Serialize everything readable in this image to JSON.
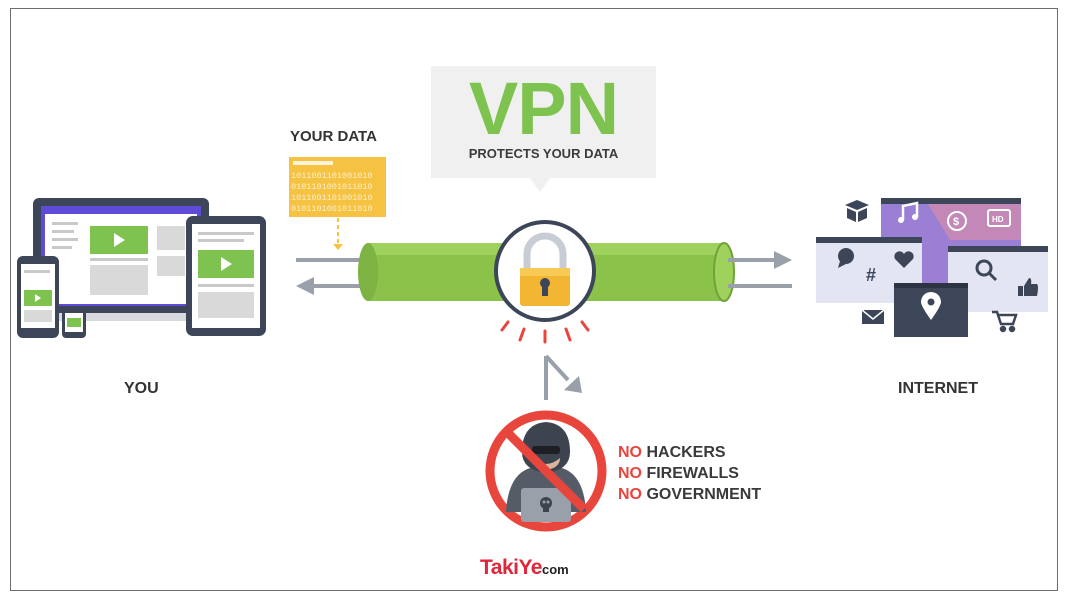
{
  "title": {
    "main": "VPN",
    "subtitle": "PROTECTS YOUR DATA"
  },
  "labels": {
    "your_data": "YOUR DATA",
    "you": "YOU",
    "internet": "INTERNET"
  },
  "binary_text": "1011001101001010",
  "blocked": [
    {
      "prefix": "NO",
      "text": "HACKERS"
    },
    {
      "prefix": "NO",
      "text": "FIREWALLS"
    },
    {
      "prefix": "NO",
      "text": "GOVERNMENT"
    }
  ],
  "brand": {
    "name": "TakiYe",
    "suffix": "com"
  },
  "icons": [
    "laptop-icon",
    "tablet-icon",
    "phone-icon",
    "data-file-icon",
    "padlock-icon",
    "hacker-icon",
    "no-entry-icon",
    "skull-icon",
    "music-icon",
    "dollar-icon",
    "hd-video-icon",
    "box-icon",
    "chat-icon",
    "hashtag-icon",
    "heart-icon",
    "search-icon",
    "thumbs-up-icon",
    "location-pin-icon",
    "mail-icon",
    "cart-icon"
  ],
  "colors": {
    "accent_green": "#7ec34f",
    "tube_green": "#8bc34a",
    "lock_gold": "#f2b632",
    "alert_red": "#e8453c",
    "brand_red": "#e0263b",
    "device_dark": "#3d4659",
    "device_purple": "#5e4bd8",
    "data_yellow": "#f5c242"
  }
}
